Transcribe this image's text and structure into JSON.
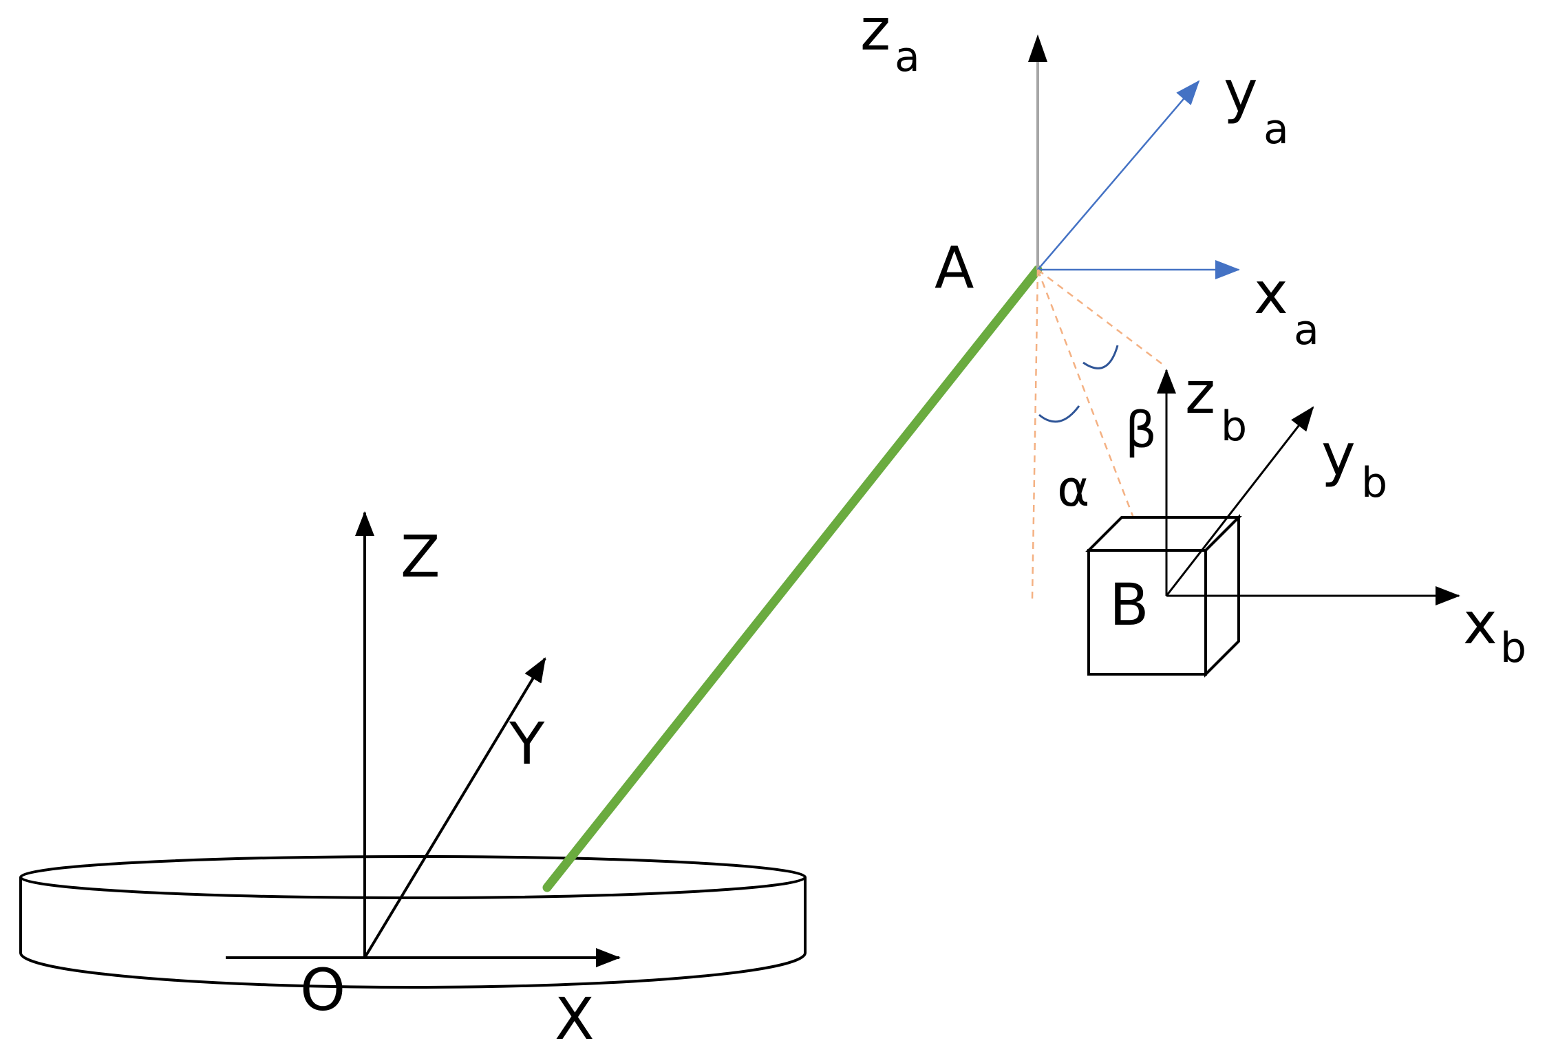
{
  "labels": {
    "point_a": "A",
    "point_b": "B",
    "origin": "O",
    "axis_X": "X",
    "axis_Y": "Y",
    "axis_Z": "Z",
    "za_base": "z",
    "za_sub": "a",
    "ya_base": "y",
    "ya_sub": "a",
    "xa_base": "x",
    "xa_sub": "a",
    "zb_base": "z",
    "zb_sub": "b",
    "yb_base": "y",
    "yb_sub": "b",
    "xb_base": "x",
    "xb_sub": "b",
    "alpha": "α",
    "beta": "β"
  },
  "colors": {
    "rod": "#6aab3f",
    "frame_a_xy": "#4472c4",
    "frame_a_z": "#a6a6a6",
    "angle_guides": "#f4b183",
    "angle_arcs": "#2f5597",
    "lines": "#000000"
  }
}
